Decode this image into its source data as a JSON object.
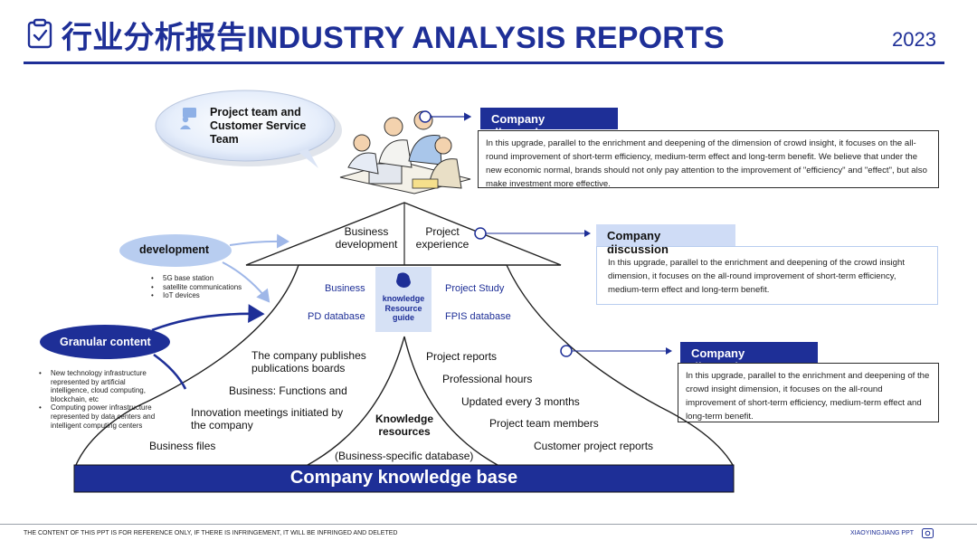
{
  "header": {
    "title": "行业分析报告INDUSTRY ANALYSIS REPORTS",
    "year": "2023"
  },
  "bubble": {
    "team_label": "Project team and Customer Service Team"
  },
  "discussions": [
    {
      "title": "Company discussion",
      "body": "In this upgrade, parallel to the enrichment and deepening of the dimension of crowd insight, it focuses on the all-round improvement of short-term efficiency, medium-term effect and long-term benefit. We believe that under the new economic normal, brands should not only pay attention to the improvement of \"efficiency\" and \"effect\", but also make investment more effective."
    },
    {
      "title": "Company discussion",
      "body": "In this upgrade, parallel to the enrichment and deepening of the crowd insight dimension, it focuses on the all-round improvement of short-term efficiency, medium-term effect and long-term benefit."
    },
    {
      "title": "Company discussion",
      "body": "In this upgrade, parallel to the enrichment and deepening of the crowd insight dimension, it focuses on the all-round improvement of short-term efficiency, medium-term effect and long-term benefit."
    }
  ],
  "development": {
    "label": "development",
    "items": [
      "5G base station",
      "satellite communications",
      "IoT devices"
    ]
  },
  "granular": {
    "label": "Granular content",
    "items": [
      "New technology infrastructure represented by artificial intelligence, cloud computing, blockchain, etc",
      "Computing power infrastructure represented by data centers and intelligent computing centers"
    ]
  },
  "house": {
    "roof_left": "Business development",
    "roof_right": "Project experience",
    "mid_business": "Business",
    "mid_pd": "PD database",
    "mid_project_study": "Project Study",
    "mid_fpis": "FPIS database",
    "guide": "knowledge Resource guide",
    "left_items": [
      "The company publishes publications boards",
      "Business: Functions and",
      "Innovation meetings initiated by the company",
      "Business files"
    ],
    "right_items": [
      "Project reports",
      "Professional hours",
      "Updated every 3 months",
      "Project team members",
      "Customer project reports"
    ],
    "center_title": "Knowledge resources",
    "center_sub": "(Business-specific database)",
    "base_label": "Company knowledge base"
  },
  "footer": {
    "left": "THE CONTENT OF THIS PPT IS FOR REFERENCE ONLY, IF THERE IS INFRINGEMENT, IT WILL BE INFRINGED AND DELETED",
    "right": "XIAOYINGJIANG PPT"
  }
}
